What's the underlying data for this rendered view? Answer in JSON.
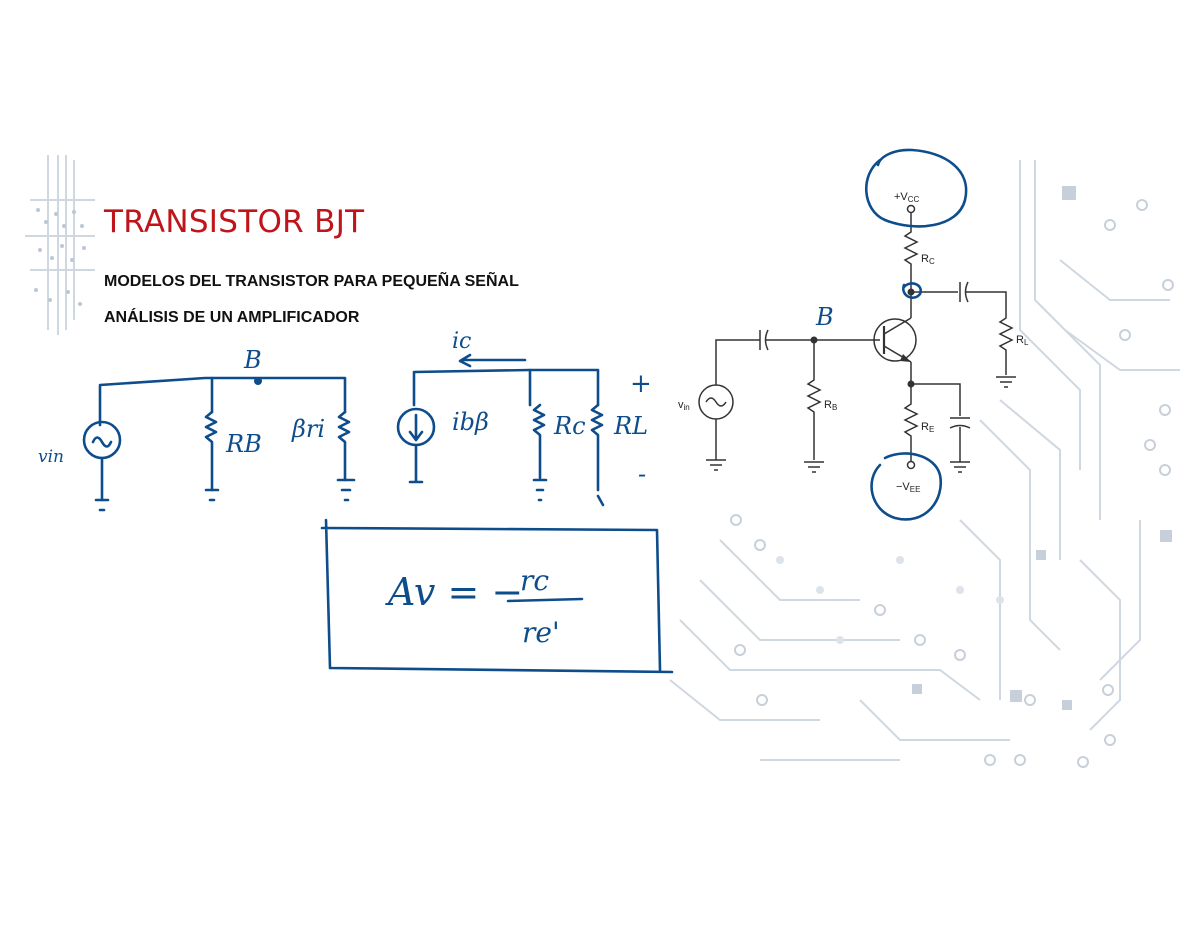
{
  "slide": {
    "title": "TRANSISTOR BJT",
    "subtitles": [
      "MODELOS DEL TRANSISTOR PARA PEQUEÑA SEÑAL",
      "ANÁLISIS DE UN AMPLIFICADOR"
    ]
  },
  "circuit": {
    "supply_pos": "+V",
    "supply_pos_sub": "CC",
    "supply_neg": "−V",
    "supply_neg_sub": "EE",
    "source": "v",
    "source_sub": "in",
    "r_collector": "R",
    "r_collector_sub": "C",
    "r_load": "R",
    "r_load_sub": "L",
    "r_base": "R",
    "r_base_sub": "B",
    "r_emitter": "R",
    "r_emitter_sub": "E"
  },
  "handwriting": {
    "node_b": "B",
    "node_b_schematic": "B",
    "source": "vin",
    "rb": "RB",
    "beta_ri": "βri",
    "ic": "ic",
    "ib_beta": "ibβ",
    "rc": "Rc",
    "rl": "RL",
    "plus": "+",
    "minus": "-",
    "formula_lhs": "Av = −",
    "formula_num": "rc",
    "formula_den": "re'"
  },
  "colors": {
    "title": "#c0141b",
    "ink": "#0e4d8c",
    "decoration": "#cfd7e0"
  }
}
